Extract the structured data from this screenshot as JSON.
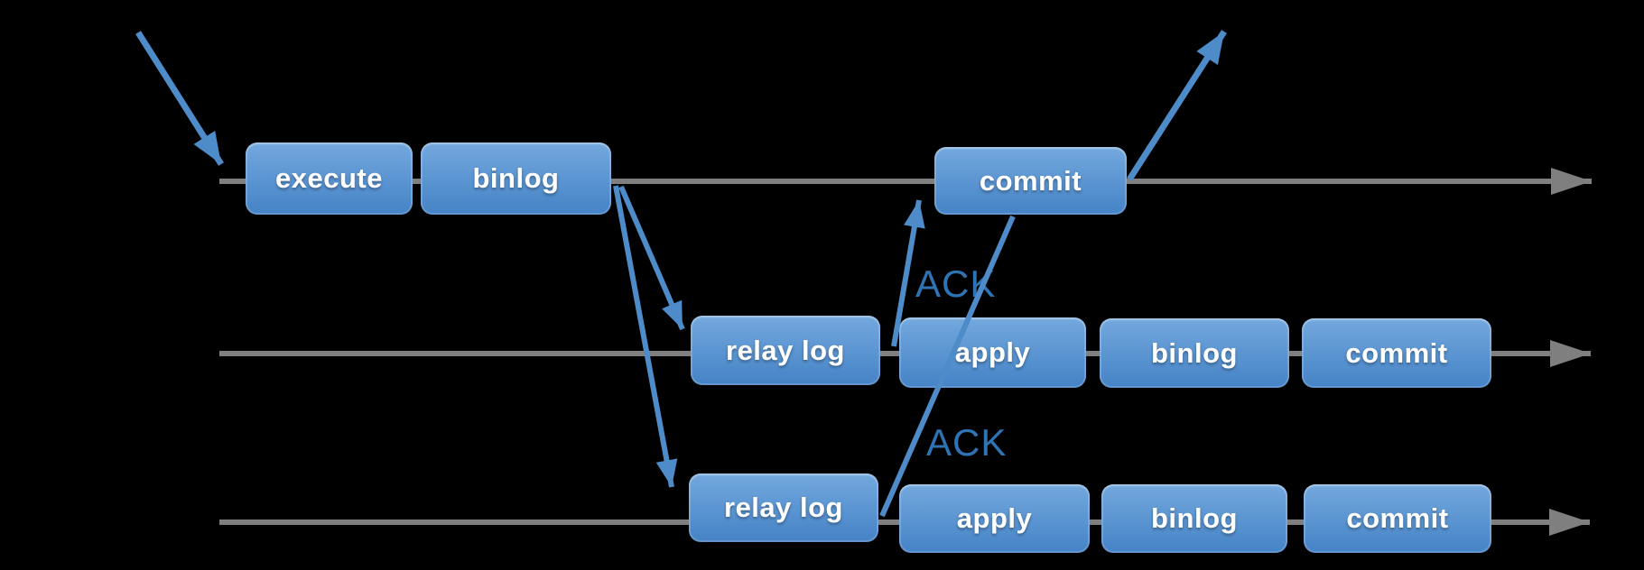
{
  "diagram": {
    "description": "replication flow with master and two replica timelines",
    "colors": {
      "background": "#000000",
      "box_gradient_top": "#74a9de",
      "box_gradient_bottom": "#4583c6",
      "box_label_text": "#ffffff",
      "timeline_gray": "#7f7f7f",
      "arrow_blue": "#4e8bc9",
      "ack_text_blue": "#2e74b5"
    },
    "rows": [
      {
        "name": "master-timeline",
        "boxes": [
          "execute",
          "binlog",
          "commit"
        ]
      },
      {
        "name": "replica1-timeline",
        "boxes": [
          "relay log",
          "apply",
          "binlog",
          "commit"
        ]
      },
      {
        "name": "replica2-timeline",
        "boxes": [
          "relay log",
          "apply",
          "binlog",
          "commit"
        ]
      }
    ],
    "annotations": [
      {
        "name": "replica1-ack",
        "text": "ACK"
      },
      {
        "name": "replica2-ack",
        "text": "ACK"
      }
    ],
    "arrows": [
      {
        "name": "client-request-arrow"
      },
      {
        "name": "binlog-to-replica1-relaylog-arrow"
      },
      {
        "name": "binlog-to-replica2-relaylog-arrow"
      },
      {
        "name": "replica1-ack-arrow"
      },
      {
        "name": "replica2-ack-arrow"
      },
      {
        "name": "client-response-arrow"
      },
      {
        "name": "master-timeline-arrow"
      },
      {
        "name": "replica1-timeline-arrow"
      },
      {
        "name": "replica2-timeline-arrow"
      }
    ]
  }
}
